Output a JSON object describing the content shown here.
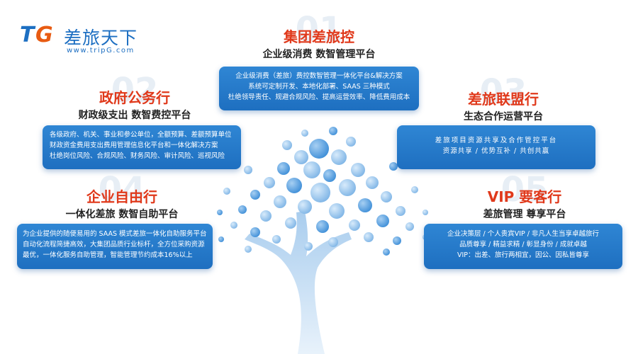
{
  "logo": {
    "mark_t": "T",
    "mark_g": "G",
    "name": "差旅天下",
    "url": "www.tripG.com"
  },
  "sections": [
    {
      "number": "01",
      "title": "集团差旅控",
      "subtitle": "企业级消费  数智管理平台",
      "lines": [
        "企业级消费（差旅）费控数智管理一体化平台&解决方案",
        "系统可定制开发、本地化部署、SAAS  三种模式",
        "杜绝领导责任、规避合规风险、提高运营效率、降低费用成本"
      ]
    },
    {
      "number": "02",
      "title": "政府公务行",
      "subtitle": "财政级支出  数智费控平台",
      "lines": [
        "各级政府、机关、事业和参公单位，全额预算、差额预算单位",
        "财政资金费用支出费用管理信息化平台和一体化解决方案",
        "杜绝岗位风险、合规风险、财务风险、审计风险、巡视风险"
      ]
    },
    {
      "number": "03",
      "title": "差旅联盟行",
      "subtitle": "生态合作运营平台",
      "lines": [
        "差旅项目资源共享及合作管控平台",
        "资源共享  /  优势互补  /  共创共赢"
      ]
    },
    {
      "number": "04",
      "title": "企业自由行",
      "subtitle": "一体化差旅  数智自助平台",
      "lines": [
        "为企业提供的随便易用的 SAAS 模式差旅一体化自助服务平台",
        "自动化流程简捷高效，大集团品质行业标杆，全方位采购资源",
        "最优，一体化服务自助管理，智能管理节约成本16%以上"
      ]
    },
    {
      "number": "05",
      "title": "VIP 要客行",
      "subtitle": "差旅管理  尊享平台",
      "lines": [
        "企业决策层 / 个人贵宾VIP / 非凡人生当享卓越旅行",
        "品质尊享 / 精益求精 / 彰显身份 / 成就卓越",
        "VIP：出差、旅行两相宜，因公、因私皆尊享"
      ]
    }
  ],
  "colors": {
    "title_red": "#e0391b",
    "box_blue": "#1e6fc0",
    "brand_blue": "#1d6fc2",
    "brand_orange": "#e85b12"
  }
}
